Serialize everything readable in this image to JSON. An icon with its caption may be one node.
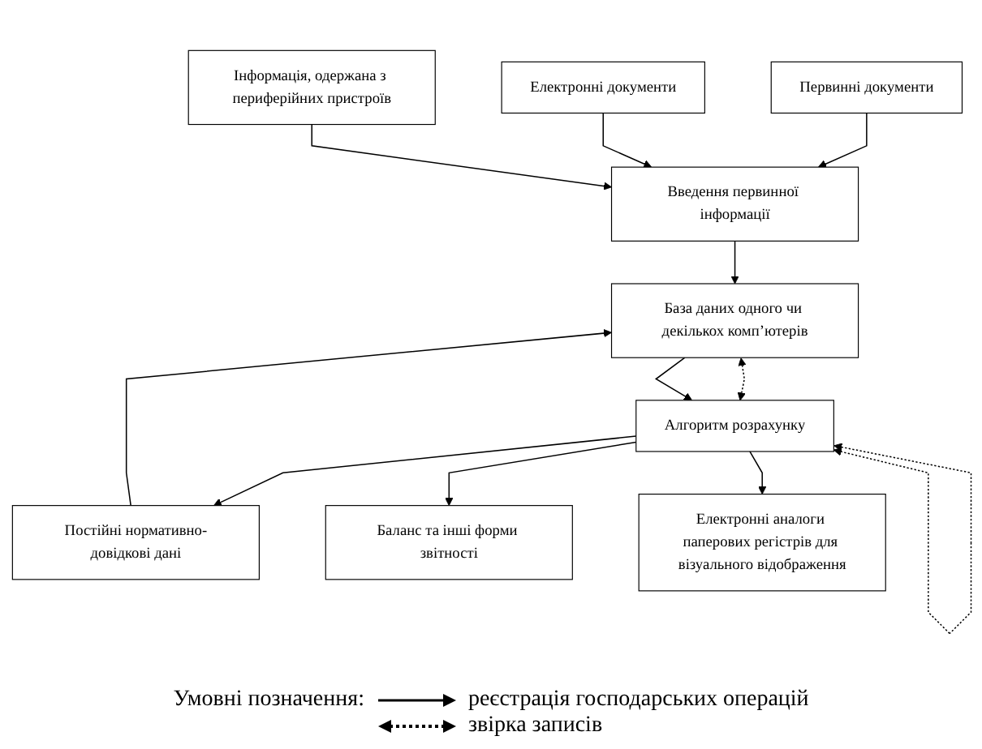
{
  "diagram": {
    "nodes": [
      {
        "text": [
          "Первинні документи"
        ]
      },
      {
        "text": [
          "Електронні документи"
        ]
      },
      {
        "text": [
          "Інформація, одержана з периферійних пристроїв"
        ]
      },
      {
        "text": [
          "Введення первинної інформації"
        ]
      },
      {
        "text": [
          "Постійні нормативно-довідкові дані"
        ]
      },
      {
        "text": [
          "База даних одного чи декількох комп’ютерів"
        ]
      },
      {
        "text": [
          "Алгоритм розрахунку"
        ]
      },
      {
        "text": [
          "Баланс та інші форми звітності"
        ]
      },
      {
        "text": [
          "Електронні аналоги паперових регістрів для візуального відображення"
        ]
      }
    ],
    "edges": [
      {
        "from": 0,
        "to": 3,
        "arrow": "to"
      },
      {
        "from": 1,
        "to": 3,
        "arrow": "to"
      },
      {
        "from": 2,
        "to": 3,
        "arrow": "to"
      },
      {
        "from": 3,
        "to": 5,
        "arrow": "to"
      },
      {
        "from": 4,
        "to": 5,
        "arrow": "to"
      },
      {
        "from": 5,
        "to": 6,
        "arrow": "both",
        "style": "dashed"
      },
      {
        "from": 5,
        "to": 6,
        "arrow": "to"
      },
      {
        "from": 6,
        "to": 4,
        "arrow": "to"
      },
      {
        "from": 6,
        "to": 6,
        "arrow": "both",
        "style": "dashed"
      },
      {
        "from": 6,
        "to": 7,
        "arrow": "to"
      },
      {
        "from": 6,
        "to": 8,
        "arrow": "to"
      }
    ],
    "labels": [
      "Умовні позначення:"
    ],
    "legend": [
      {
        "text": "реєстрація господарських операцій"
      },
      {
        "text": "звірка записів"
      }
    ]
  }
}
